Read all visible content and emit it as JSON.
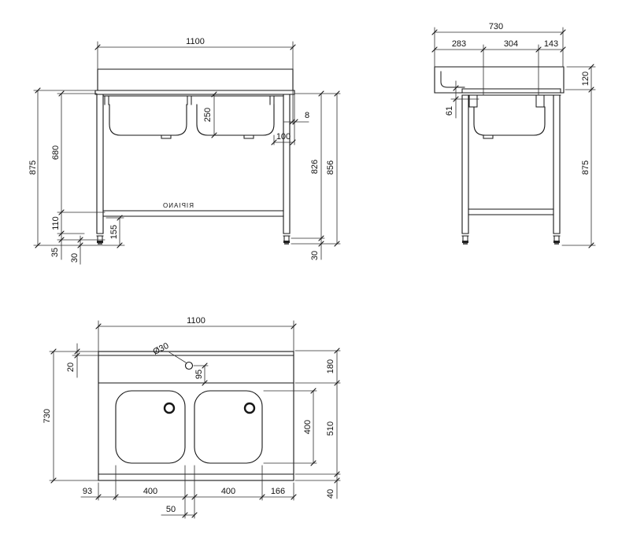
{
  "drawing": {
    "front_view": {
      "shelf_label": "RIPIANO",
      "dim_width": "1100",
      "dim_total_height": "875",
      "dim_under_counter": "680",
      "dim_shelf_drop": "110",
      "dim_foot_upper": "35",
      "dim_foot_lower": "30",
      "dim_shelf_floor": "155",
      "dim_bowl_depth": "250",
      "dim_edge_gap": "8",
      "dim_edge_inset": "100",
      "dim_frame_height": "826",
      "dim_frame_height_outer": "856",
      "dim_foot_adjust": "30"
    },
    "side_view": {
      "dim_depth": "730",
      "dim_back_seg": "283",
      "dim_mid_seg": "304",
      "dim_front_seg": "143",
      "dim_splash_height": "120",
      "dim_rail_drop": "61",
      "dim_height": "875"
    },
    "plan_view": {
      "dim_width": "1100",
      "hole_label": "Ø30",
      "dim_hole_offset": "95",
      "dim_back_fold": "20",
      "dim_back_zone": "180",
      "dim_depth": "730",
      "dim_bowl_zone": "510",
      "dim_bowl_depth": "400",
      "dim_left_margin": "93",
      "dim_bowl1_width": "400",
      "dim_bowl2_width": "400",
      "dim_right_margin": "166",
      "dim_center_gap": "50",
      "dim_front_fold": "40"
    }
  }
}
